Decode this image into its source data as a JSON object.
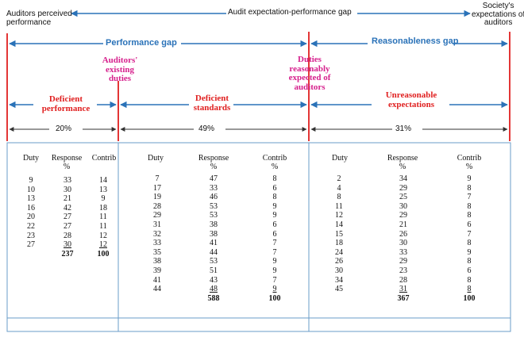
{
  "top": {
    "left_label_line1": "Auditors perceived",
    "left_label_line2": "performance",
    "center_label": "Audit expectation-performance gap",
    "right_label_line1": "Society's",
    "right_label_line2": "expectations of",
    "right_label_line3": "auditors"
  },
  "gaps": {
    "performance_gap": "Performance  gap",
    "reasonableness_gap": "Reasonableness  gap"
  },
  "boundaries": {
    "existing_duties_line1": "Auditors'",
    "existing_duties_line2": "existing",
    "existing_duties_line3": "duties",
    "reasonable_duties_line1": "Duties",
    "reasonable_duties_line2": "reasonably",
    "reasonable_duties_line3": "expected of",
    "reasonable_duties_line4": "auditors"
  },
  "categories": {
    "deficient_performance_line1": "Deficient",
    "deficient_performance_line2": "performance",
    "deficient_standards_line1": "Deficient",
    "deficient_standards_line2": "standards",
    "unreasonable_line1": "Unreasonable",
    "unreasonable_line2": "expectations"
  },
  "percentages": {
    "deficient_performance": "20%",
    "deficient_standards": "49%",
    "unreasonable": "31%"
  },
  "colors": {
    "blue": "#2a72b8",
    "red": "#e02020",
    "pink": "#d61f8c"
  },
  "tables": [
    {
      "headers": {
        "duty": "Duty",
        "response": "Response",
        "response_unit": "%",
        "contrib": "Contrib",
        "contrib_unit": ""
      },
      "duty": [
        "9",
        "10",
        "13",
        "16",
        "20",
        "22",
        "23",
        "27"
      ],
      "response": [
        "33",
        "30",
        "21",
        "42",
        "27",
        "27",
        "28",
        "30"
      ],
      "contrib": [
        "14",
        "13",
        "9",
        "18",
        "11",
        "11",
        "12",
        "12"
      ],
      "total_response": "237",
      "total_contrib": "100"
    },
    {
      "headers": {
        "duty": "Duty",
        "response": "Response",
        "response_unit": "%",
        "contrib": "Contrib",
        "contrib_unit": "%"
      },
      "duty": [
        "7",
        "17",
        "19",
        "28",
        "29",
        "31",
        "32",
        "33",
        "35",
        "38",
        "39",
        "41",
        "44"
      ],
      "response": [
        "47",
        "33",
        "46",
        "53",
        "53",
        "38",
        "38",
        "41",
        "44",
        "53",
        "51",
        "43",
        "48"
      ],
      "contrib": [
        "8",
        "6",
        "8",
        "9",
        "9",
        "6",
        "6",
        "7",
        "7",
        "9",
        "9",
        "7",
        "9"
      ],
      "total_response": "588",
      "total_contrib": "100"
    },
    {
      "headers": {
        "duty": "Duty",
        "response": "Response",
        "response_unit": "%",
        "contrib": "Contrib",
        "contrib_unit": "%"
      },
      "duty": [
        "2",
        "4",
        "8",
        "11",
        "12",
        "14",
        "15",
        "18",
        "24",
        "26",
        "30",
        "34",
        "45"
      ],
      "response": [
        "34",
        "29",
        "25",
        "30",
        "29",
        "21",
        "26",
        "30",
        "33",
        "29",
        "23",
        "28",
        "31"
      ],
      "contrib": [
        "9",
        "8",
        "7",
        "8",
        "8",
        "6",
        "7",
        "8",
        "9",
        "8",
        "6",
        "8",
        "8"
      ],
      "total_response": "367",
      "total_contrib": "100"
    }
  ]
}
